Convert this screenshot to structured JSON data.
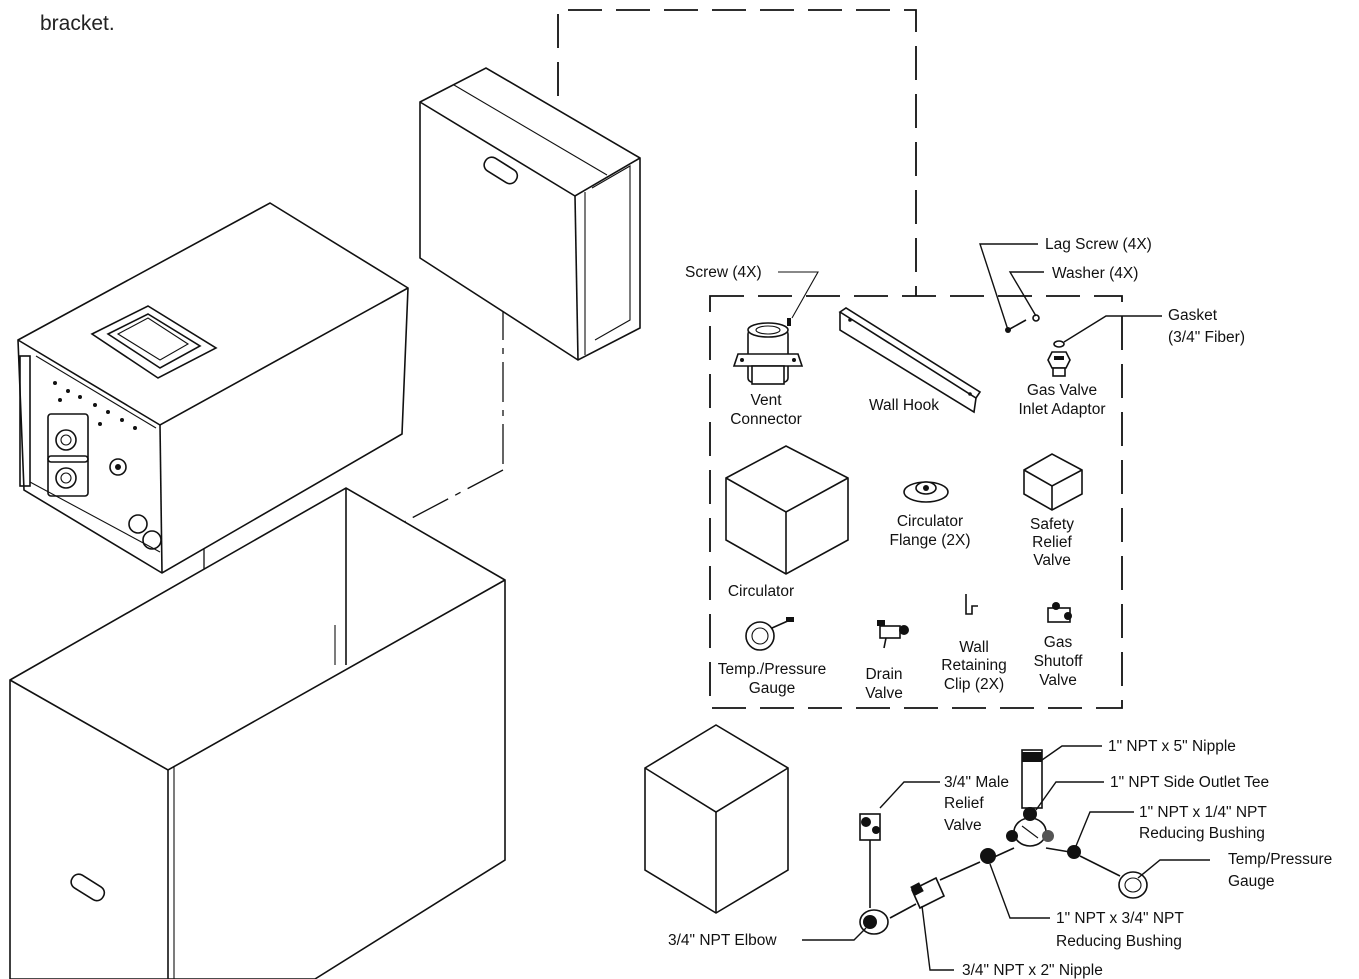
{
  "intro_fragment": "bracket.",
  "parts": {
    "screw": "Screw (4X)",
    "lag_screw": "Lag Screw (4X)",
    "washer": "Washer (4X)",
    "gasket": [
      "Gasket",
      "(3/4\" Fiber)"
    ],
    "vent_connector": [
      "Vent",
      "Connector"
    ],
    "wall_hook": "Wall Hook",
    "gas_valve_inlet_adaptor": [
      "Gas Valve",
      "Inlet Adaptor"
    ],
    "circulator": "Circulator",
    "circulator_flange": [
      "Circulator",
      "Flange (2X)"
    ],
    "safety_relief_valve": [
      "Safety",
      "Relief",
      "Valve"
    ],
    "temp_pressure_gauge_kit": [
      "Temp./Pressure",
      "Gauge"
    ],
    "drain_valve": [
      "Drain",
      "Valve"
    ],
    "wall_retaining_clip": [
      "Wall",
      "Retaining",
      "Clip (2X)"
    ],
    "gas_shutoff_valve": [
      "Gas",
      "Shutoff",
      "Valve"
    ],
    "nipple_1x5": "1\" NPT x 5\" Nipple",
    "side_outlet_tee": "1\" NPT Side Outlet Tee",
    "reducing_bushing_1x14": [
      "1\" NPT x 1/4\" NPT",
      "Reducing Bushing"
    ],
    "temp_pressure_gauge": [
      "Temp/Pressure",
      "Gauge"
    ],
    "male_relief_valve": [
      "3/4\" Male",
      "Relief",
      "Valve"
    ],
    "reducing_bushing_1x34": [
      "1\" NPT x 3/4\" NPT",
      "Reducing Bushing"
    ],
    "elbow": "3/4\" NPT Elbow",
    "nipple_34x2": "3/4\" NPT x 2\" Nipple"
  }
}
